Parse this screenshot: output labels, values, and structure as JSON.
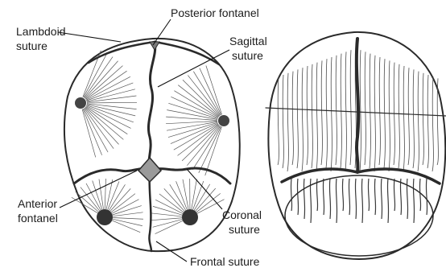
{
  "labels": {
    "posterior_fontanel": "Posterior fontanel",
    "lambdoid_suture": [
      "Lambdoid",
      "suture"
    ],
    "sagittal_suture": [
      "Sagittal",
      "suture"
    ],
    "anterior_fontanel": [
      "Anterior",
      "fontanel"
    ],
    "coronal_suture": [
      "Coronal",
      "suture"
    ],
    "frontal_suture": "Frontal suture"
  }
}
